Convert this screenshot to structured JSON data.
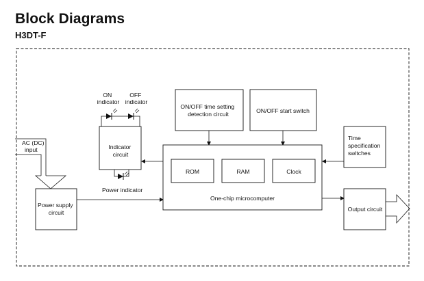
{
  "header": {
    "title": "Block Diagrams",
    "subtitle": "H3DT-F"
  },
  "diagram": {
    "input_label": [
      "AC (DC)",
      "input"
    ],
    "power_supply": [
      "Power supply",
      "circuit"
    ],
    "on_indicator": [
      "ON",
      "indicator"
    ],
    "off_indicator": [
      "OFF",
      "indicator"
    ],
    "indicator_circuit": [
      "Indicator",
      "circuit"
    ],
    "power_indicator": "Power indicator",
    "time_setting": [
      "ON/OFF time setting",
      "detection circuit"
    ],
    "start_switch": "ON/OFF start switch",
    "time_spec": [
      "Time",
      "specification",
      "switches"
    ],
    "rom": "ROM",
    "ram": "RAM",
    "clock": "Clock",
    "microcomputer": "One-chip microcomputer",
    "output_circuit": "Output circuit"
  }
}
